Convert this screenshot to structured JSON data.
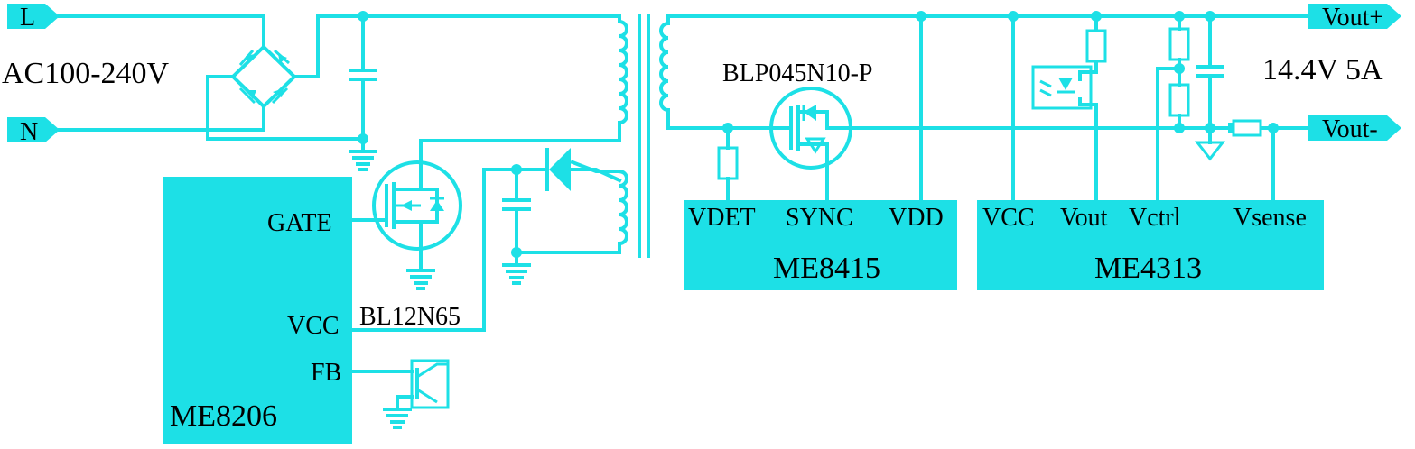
{
  "input": {
    "live_label": "L",
    "neutral_label": "N",
    "voltage_label": "AC100-240V"
  },
  "output": {
    "plus_label": "Vout+",
    "minus_label": "Vout-",
    "rating_label": "14.4V 5A"
  },
  "components": {
    "primary_mosfet": "BL12N65",
    "sync_mosfet": "BLP045N10-P"
  },
  "ic_primary": {
    "name": "ME8206",
    "pins": {
      "gate": "GATE",
      "vcc": "VCC",
      "fb": "FB"
    }
  },
  "ic_sync": {
    "name": "ME8415",
    "pins": {
      "vdet": "VDET",
      "sync": "SYNC",
      "vdd": "VDD"
    }
  },
  "ic_cc": {
    "name": "ME4313",
    "pins": {
      "vcc": "VCC",
      "vout": "Vout",
      "vctrl": "Vctrl",
      "vsense": "Vsense"
    }
  },
  "colors": {
    "wire": "#1de0e6",
    "text": "#000000",
    "background": "#ffffff"
  }
}
